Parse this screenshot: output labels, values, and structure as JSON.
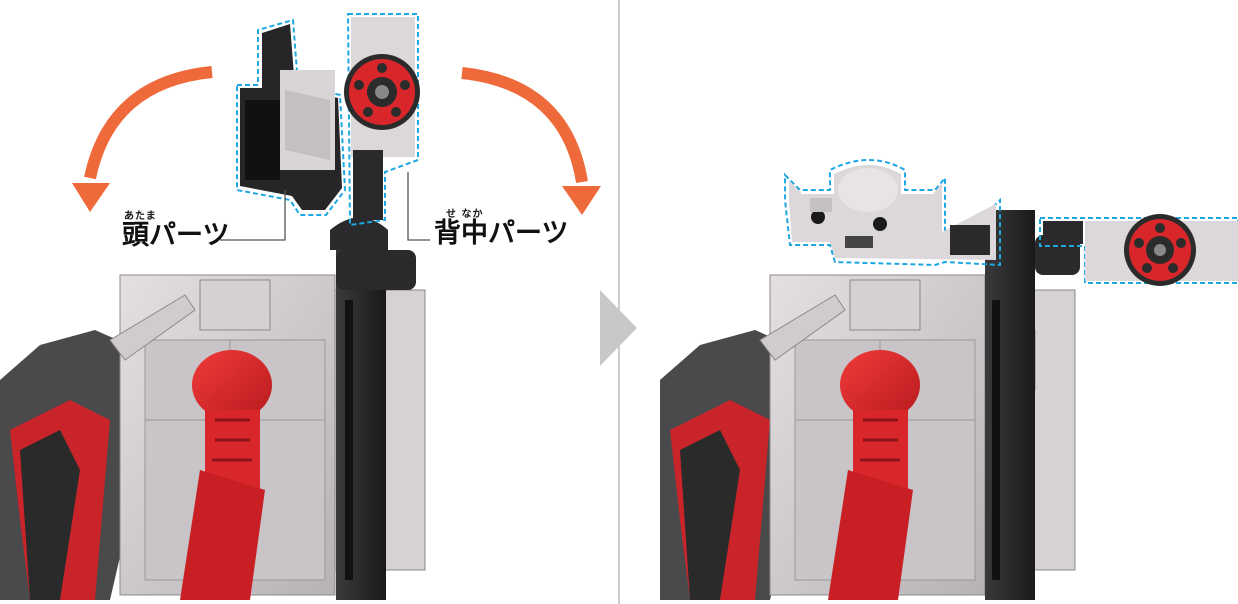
{
  "labels": {
    "head": {
      "ruby": "あたま",
      "text": "頭パーツ"
    },
    "back": {
      "ruby": "せ なか",
      "text": "背中パーツ"
    }
  },
  "colors": {
    "arrow": "#EE6A3A",
    "outline": "#1EA7E1",
    "divider": "#BBBBBB",
    "step_arrow": "#C8C8C8",
    "toy_red": "#D8262A",
    "toy_black": "#222222",
    "toy_grey": "#CFCACD"
  },
  "icons": {
    "rotate_left": "curved-arrow-left",
    "rotate_right": "curved-arrow-right",
    "step": "chevron-right-icon"
  }
}
